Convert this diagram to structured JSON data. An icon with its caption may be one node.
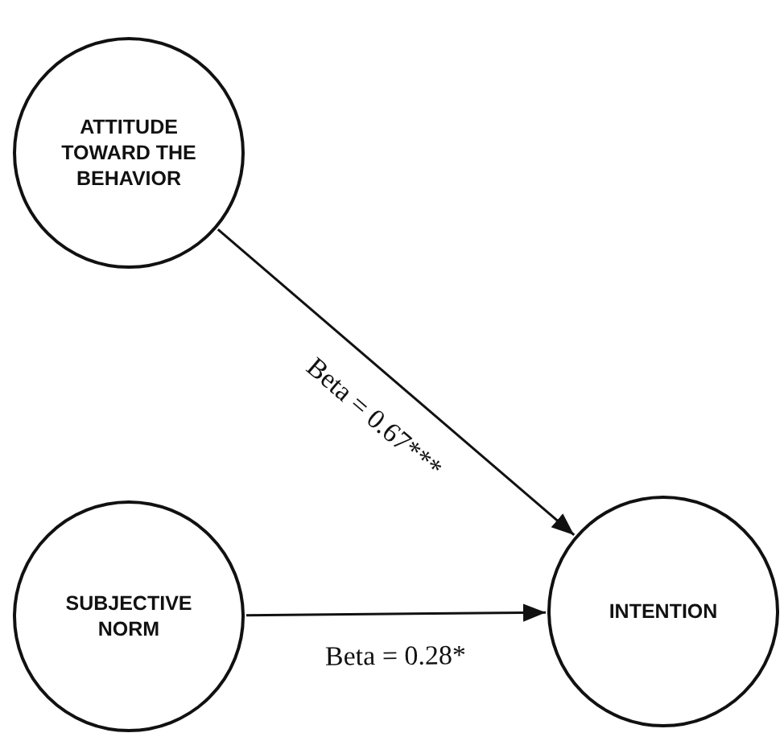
{
  "diagram": {
    "nodes": [
      {
        "text": [
          "ATTITUDE TOWARD THE BEHAVIOR"
        ]
      },
      {
        "text": [
          "SUBJECTIVE NORM"
        ]
      },
      {
        "text": [
          "INTENTION"
        ]
      }
    ],
    "edges": [
      {
        "from": 0,
        "to": 2,
        "arrow": "to",
        "label": "Beta = 0.67***"
      },
      {
        "from": 1,
        "to": 2,
        "arrow": "to",
        "label": "Beta = 0.28*"
      }
    ]
  }
}
